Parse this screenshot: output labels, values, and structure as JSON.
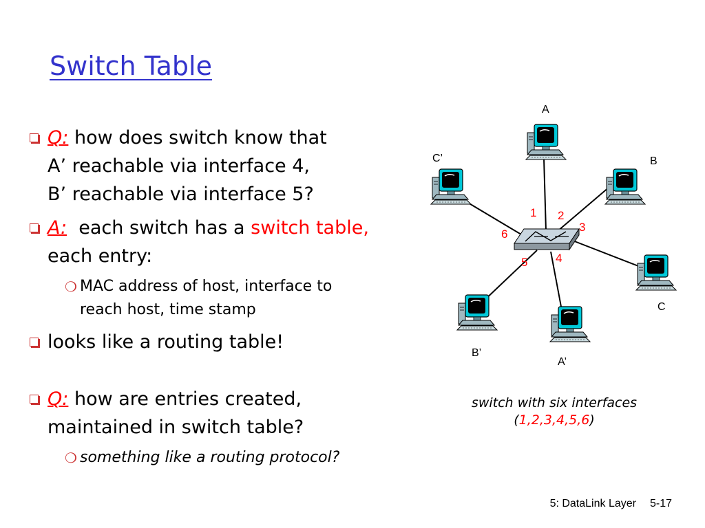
{
  "title": "Switch Table",
  "bullets": {
    "q1": {
      "tag": "Q:",
      "lines": [
        "how does switch know that",
        "A’ reachable via interface 4,",
        "B’ reachable via interface 5?"
      ]
    },
    "a1": {
      "tag": "A:",
      "text_before": "each switch has a",
      "highlight": "switch table,",
      "line2": "each entry:"
    },
    "a1_sub": {
      "lines": [
        "MAC address of host, interface to",
        "reach host, time stamp"
      ]
    },
    "routing": {
      "text": "looks like a routing table!"
    },
    "q2": {
      "tag": "Q:",
      "lines": [
        "how are entries created,",
        "maintained in switch table?"
      ]
    },
    "q2_sub": {
      "text": "something like a routing protocol?"
    }
  },
  "diagram": {
    "hosts": [
      "A",
      "B",
      "C",
      "A’",
      "B’",
      "C’"
    ],
    "interfaces": [
      "1",
      "2",
      "3",
      "4",
      "5",
      "6"
    ]
  },
  "caption": {
    "line1": "switch with six interfaces",
    "open": "(",
    "numbers": "1,2,3,4,5,6",
    "close": ")"
  },
  "footer": {
    "chapter": "5: DataLink Layer",
    "page": "5-17"
  },
  "colors": {
    "title": "#3333cc",
    "accent": "#ff0000",
    "bullet": "#cc3333"
  }
}
